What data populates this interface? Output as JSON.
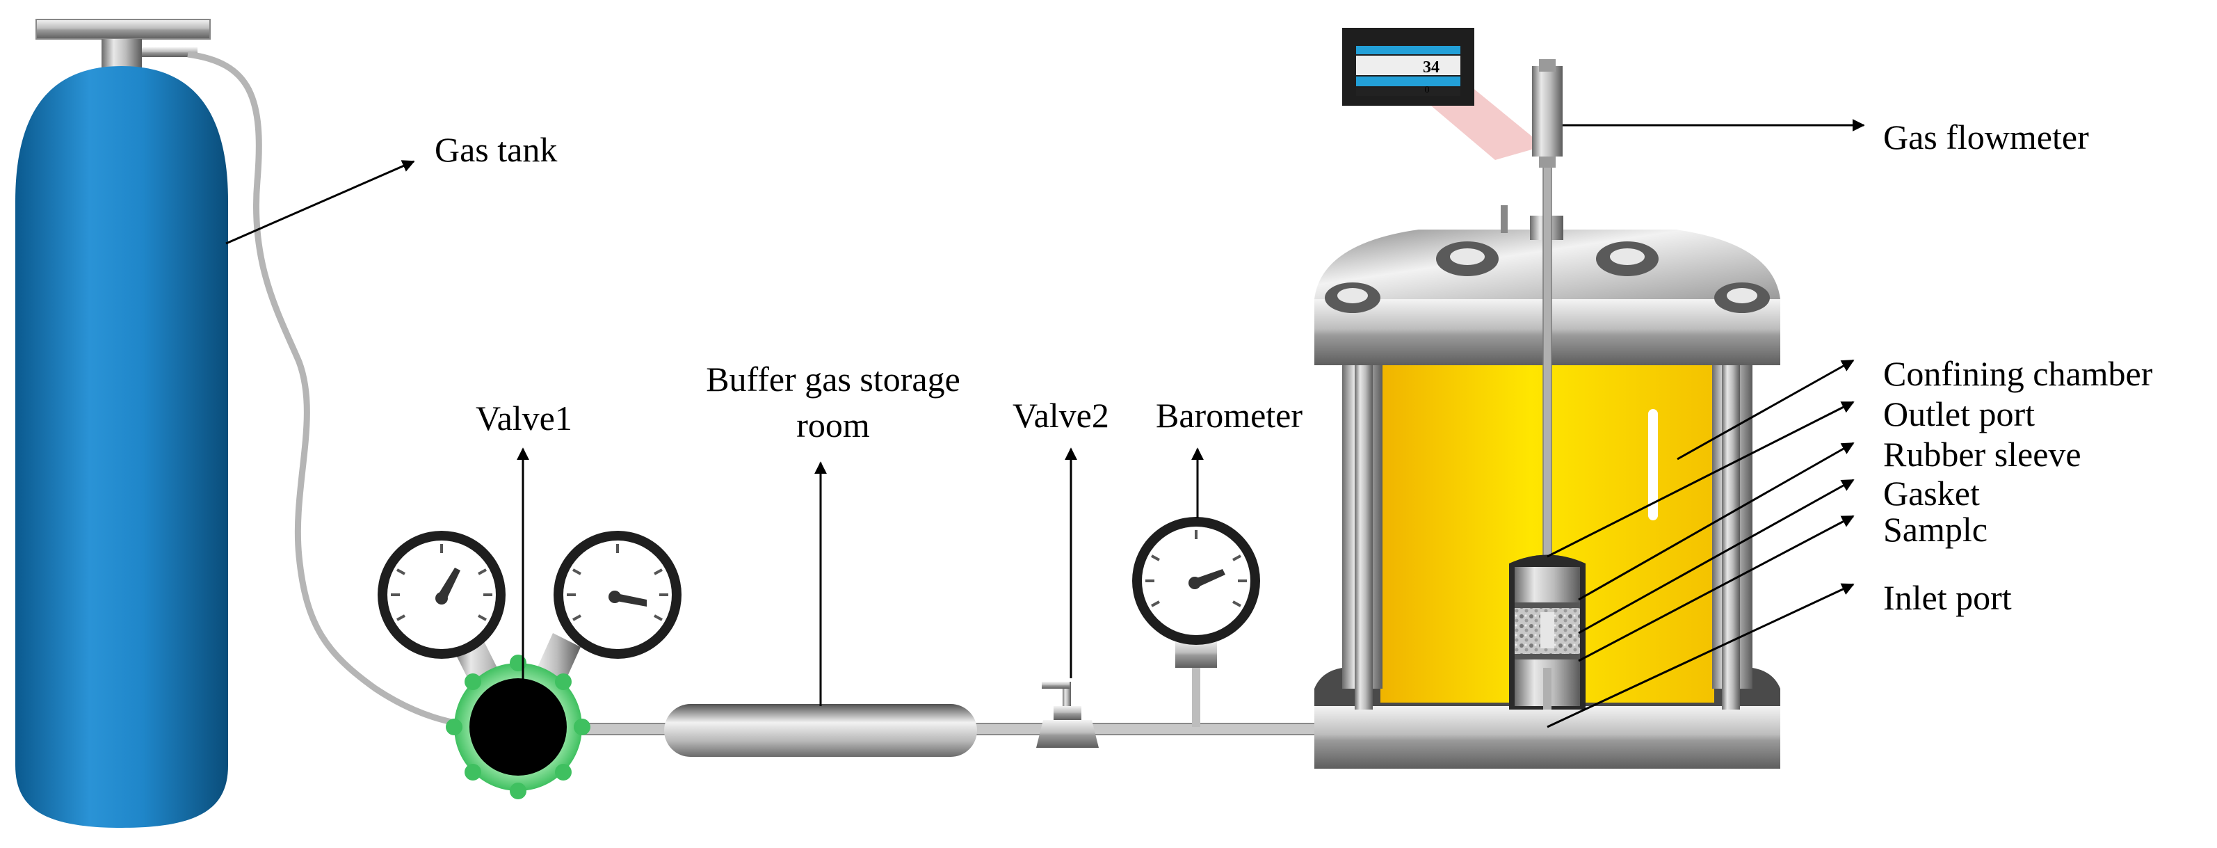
{
  "labels": {
    "gas_tank": "Gas tank",
    "valve1": "Valve1",
    "buffer_line1": "Buffer gas storage",
    "buffer_line2": "room",
    "valve2": "Valve2",
    "barometer": "Barometer",
    "gas_flowmeter": "Gas flowmeter",
    "confining_chamber": "Confining chamber",
    "outlet_port": "Outlet port",
    "rubber_sleeve": "Rubber sleeve",
    "gasket": "Gasket",
    "sample": "Samplc",
    "inlet_port": "Inlet port"
  },
  "flowmeter_display": {
    "reading": "34",
    "sub": "0"
  }
}
